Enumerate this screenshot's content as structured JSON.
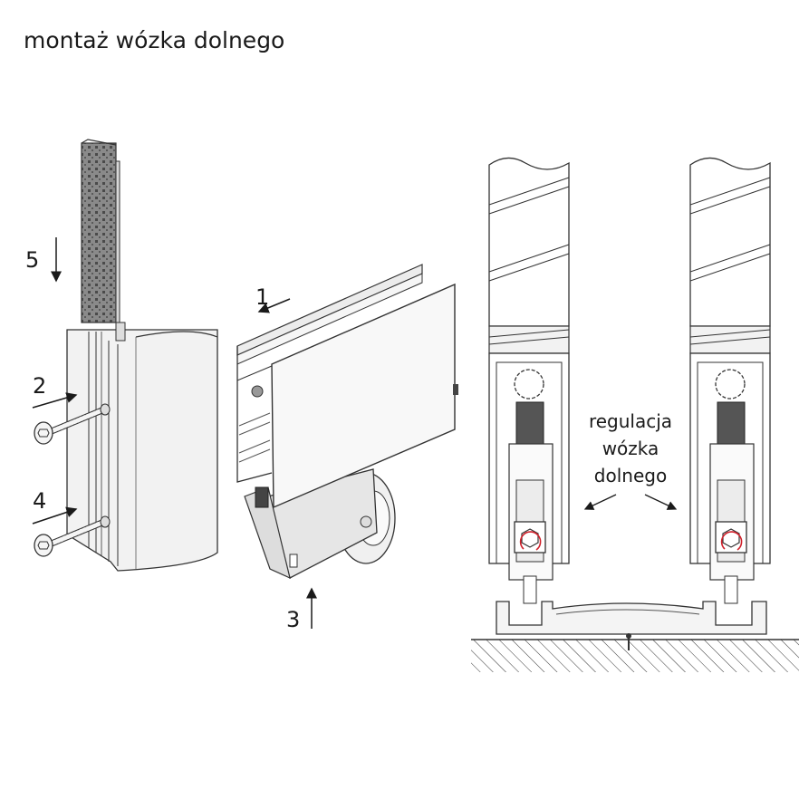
{
  "title": "montaż wózka dolnego",
  "steps": {
    "s1": "1",
    "s2": "2",
    "s3": "3",
    "s4": "4",
    "s5": "5"
  },
  "regulation_label": {
    "line1": "regulacja",
    "line2": "wózka",
    "line3": "dolnego"
  },
  "colors": {
    "accent_arrow": "#d0202a",
    "metal": "#e9e9e9",
    "line": "#2a2a2a"
  }
}
